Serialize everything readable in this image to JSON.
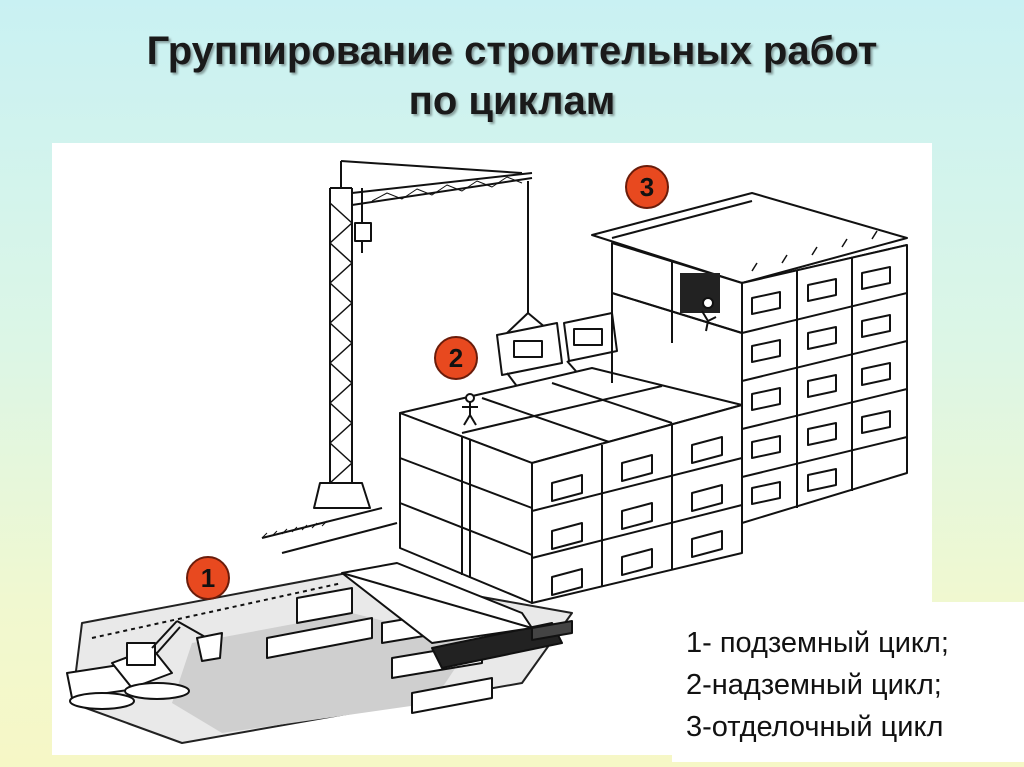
{
  "title": {
    "line1": "Группирование строительных работ",
    "line2": "по циклам"
  },
  "markers": {
    "cycle1": "1",
    "cycle2": "2",
    "cycle3": "3"
  },
  "legend": {
    "item1": "1- подземный цикл;",
    "item2": "2-надземный цикл;",
    "item3": "3-отделочный цикл"
  },
  "colors": {
    "marker_fill": "#e8491f",
    "background_top": "#c9f1f3",
    "background_bottom": "#f6f7c6"
  },
  "icons": [
    "tower-crane-icon",
    "excavator-icon",
    "building-icon",
    "worker-icon"
  ]
}
